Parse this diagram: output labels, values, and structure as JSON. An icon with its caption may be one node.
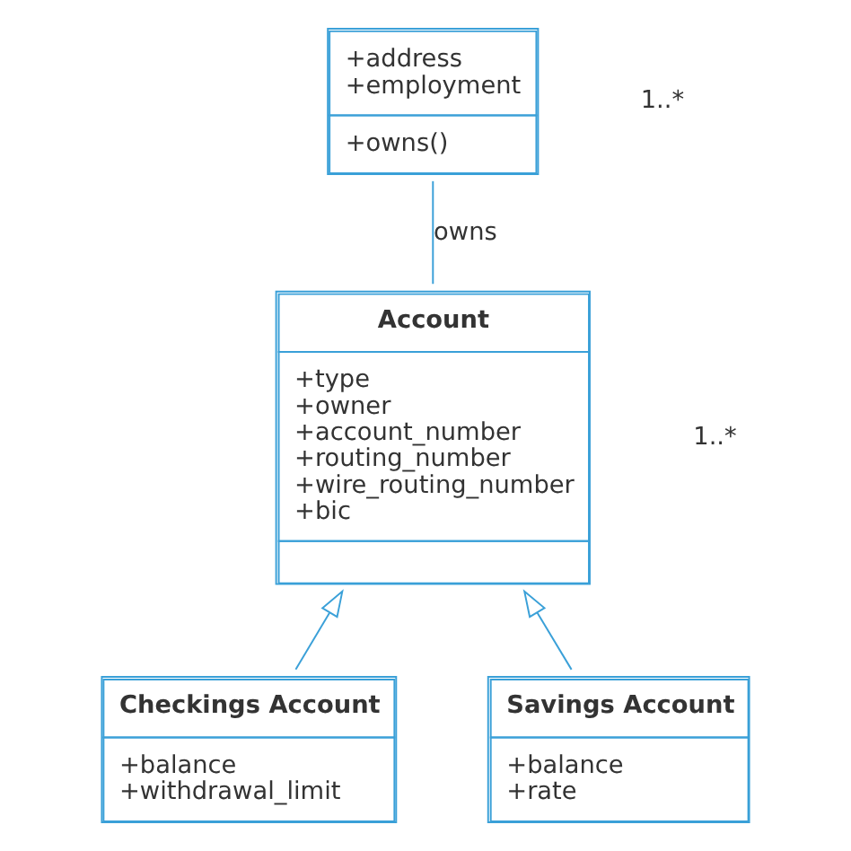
{
  "diagram": {
    "nodes": [
      {
        "text": [
          "+address +employment",
          "+owns()"
        ]
      },
      {
        "text": [
          "Account",
          "+type +owner +account_number +routing_number +wire_routing_number +bic"
        ]
      },
      {
        "text": [
          "Checkings Account",
          "+balance +withdrawal_limit"
        ]
      },
      {
        "text": [
          "Savings Account",
          "+balance +rate"
        ]
      }
    ],
    "edges": [
      {
        "from": 0,
        "to": 1,
        "arrow": "none",
        "label": "owns"
      },
      {
        "from": 2,
        "to": 1,
        "arrow": "to"
      },
      {
        "from": 3,
        "to": 1,
        "arrow": "to"
      }
    ],
    "labels": [
      "1..*",
      "1..*"
    ]
  }
}
